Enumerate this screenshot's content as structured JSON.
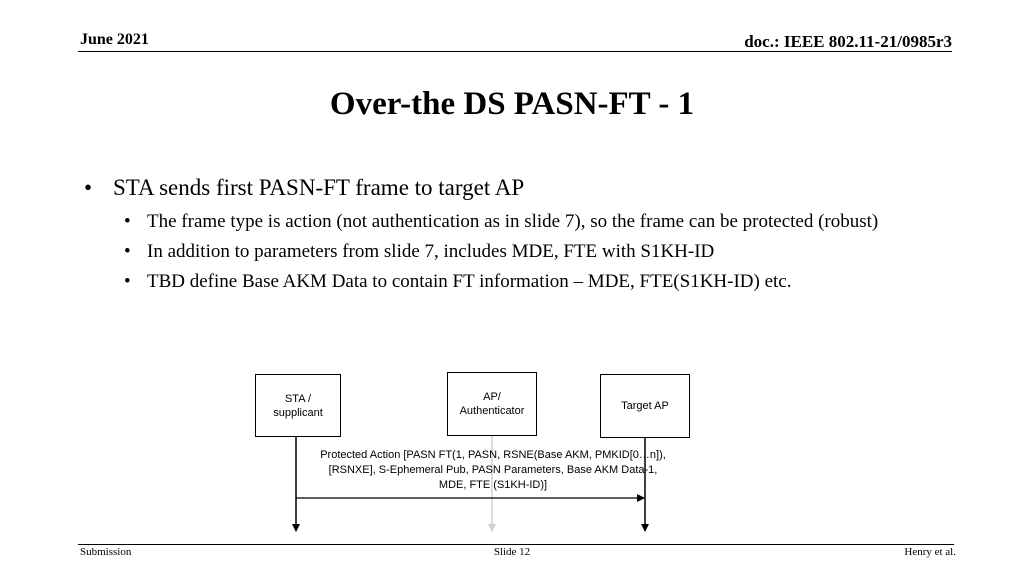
{
  "header": {
    "date": "June 2021",
    "doc_id": "doc.: IEEE 802.11-21/0985r3"
  },
  "slide": {
    "title": "Over-the DS PASN-FT - 1",
    "bullets": [
      {
        "text": "STA sends first PASN-FT frame to target AP",
        "sub": [
          "The frame type is action (not authentication as in slide 7), so the frame can be protected (robust)",
          "In addition to parameters from slide 7, includes MDE, FTE with S1KH-ID",
          "TBD define Base AKM Data to contain FT information – MDE, FTE(S1KH-ID) etc."
        ]
      }
    ]
  },
  "diagram": {
    "entities": {
      "sta": "STA / supplicant",
      "ap": "AP/ Authenticator",
      "target": "Target AP"
    },
    "message": "Protected Action [PASN FT(1, PASN, RSNE(Base AKM, PMKID[0…n]), [RSNXE], S-Ephemeral Pub, PASN Parameters, Base AKM Data-1, MDE, FTE (S1KH-ID)]"
  },
  "footer": {
    "left": "Submission",
    "center": "Slide 12",
    "right": "Henry et al."
  }
}
